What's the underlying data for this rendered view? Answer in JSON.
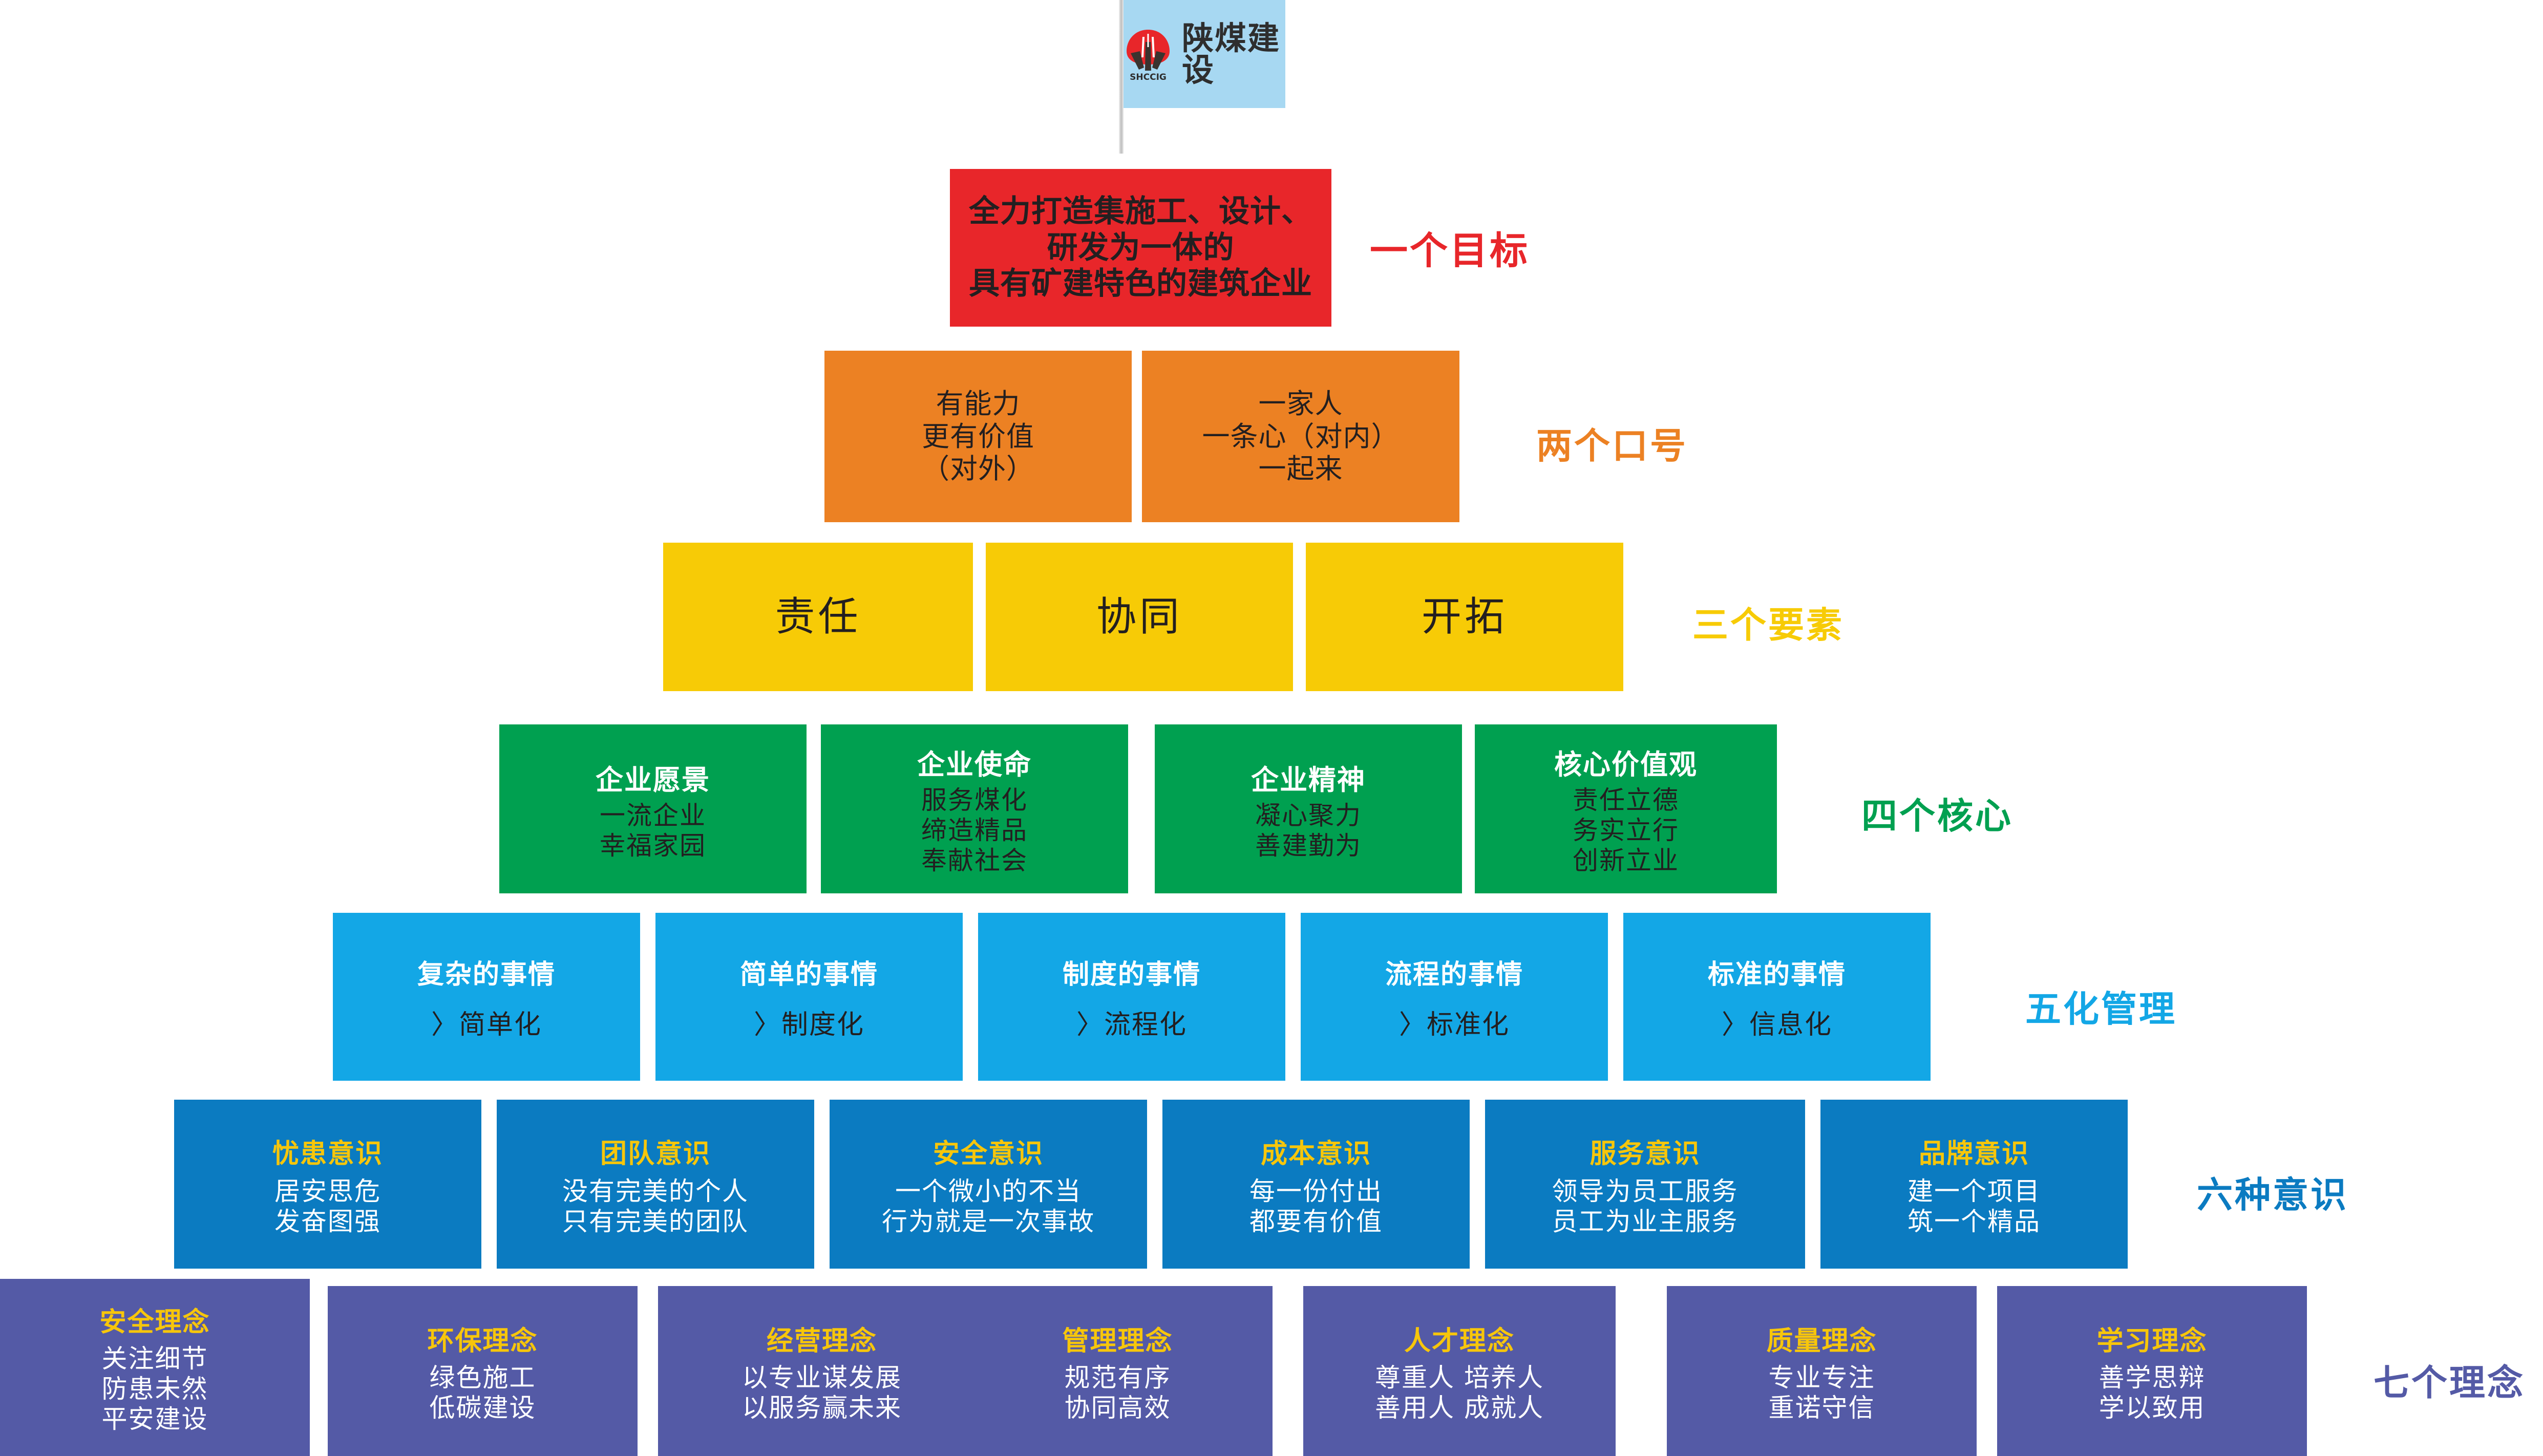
{
  "flag": {
    "company_name": "陕煤建设",
    "logo_text": "SHCCIG",
    "logo_icon": "shccig-logo-icon",
    "flag_color": "#a7d8f2"
  },
  "colors": {
    "goal": "#e8262a",
    "slogan": "#ec8123",
    "element": "#f7cb06",
    "core": "#00a050",
    "management": "#13a7e6",
    "awareness": "#0b7bc1",
    "philosophy": "#545aa6",
    "title_gold": "#f7c60b",
    "text_dark": "#231f20",
    "text_white": "#ffffff"
  },
  "tiers": [
    {
      "key": "goal",
      "side_label": "一个目标",
      "cells": [
        {
          "lines": [
            "全力打造集施工、设计、",
            "研发为一体的",
            "具有矿建特色的建筑企业"
          ]
        }
      ]
    },
    {
      "key": "slogan",
      "side_label": "两个口号",
      "cells": [
        {
          "lines": [
            "有能力",
            "更有价值",
            "（对外）"
          ]
        },
        {
          "lines": [
            "一家人",
            "一条心（对内）",
            "一起来"
          ]
        }
      ]
    },
    {
      "key": "element",
      "side_label": "三个要素",
      "cells": [
        {
          "lines": [
            "责任"
          ]
        },
        {
          "lines": [
            "协同"
          ]
        },
        {
          "lines": [
            "开拓"
          ]
        }
      ]
    },
    {
      "key": "core",
      "side_label": "四个核心",
      "cells": [
        {
          "head": "企业愿景",
          "lines": [
            "一流企业",
            "幸福家园"
          ]
        },
        {
          "head": "企业使命",
          "lines": [
            "服务煤化",
            "缔造精品",
            "奉献社会"
          ]
        },
        {
          "head": "企业精神",
          "lines": [
            "凝心聚力",
            "善建勤为"
          ]
        },
        {
          "head": "核心价值观",
          "lines": [
            "责任立德",
            "务实立行",
            "创新立业"
          ]
        }
      ]
    },
    {
      "key": "management",
      "side_label": "五化管理",
      "cells": [
        {
          "head": "复杂的事情",
          "lines": [
            "〉简单化"
          ]
        },
        {
          "head": "简单的事情",
          "lines": [
            "〉制度化"
          ]
        },
        {
          "head": "制度的事情",
          "lines": [
            "〉流程化"
          ]
        },
        {
          "head": "流程的事情",
          "lines": [
            "〉标准化"
          ]
        },
        {
          "head": "标准的事情",
          "lines": [
            "〉信息化"
          ]
        }
      ]
    },
    {
      "key": "awareness",
      "side_label": "六种意识",
      "cells": [
        {
          "head": "忧患意识",
          "lines": [
            "居安思危",
            "发奋图强"
          ]
        },
        {
          "head": "团队意识",
          "lines": [
            "没有完美的个人",
            "只有完美的团队"
          ]
        },
        {
          "head": "安全意识",
          "lines": [
            "一个微小的不当",
            "行为就是一次事故"
          ]
        },
        {
          "head": "成本意识",
          "lines": [
            "每一份付出",
            "都要有价值"
          ]
        },
        {
          "head": "服务意识",
          "lines": [
            "领导为员工服务",
            "员工为业主服务"
          ]
        },
        {
          "head": "品牌意识",
          "lines": [
            "建一个项目",
            "筑一个精品"
          ]
        }
      ]
    },
    {
      "key": "philosophy",
      "side_label": "七个理念",
      "cells": [
        {
          "head": "安全理念",
          "lines": [
            "关注细节",
            "防患未然",
            "平安建设"
          ]
        },
        {
          "head": "环保理念",
          "lines": [
            "绿色施工",
            "低碳建设"
          ]
        },
        {
          "head": "经营理念",
          "lines": [
            "以专业谋发展",
            "以服务赢未来"
          ]
        },
        {
          "head": "管理理念",
          "lines": [
            "规范有序",
            "协同高效"
          ]
        },
        {
          "head": "人才理念",
          "lines": [
            "尊重人  培养人",
            "善用人  成就人"
          ]
        },
        {
          "head": "质量理念",
          "lines": [
            "专业专注",
            "重诺守信"
          ]
        },
        {
          "head": "学习理念",
          "lines": [
            "善学思辩",
            "学以致用"
          ]
        }
      ]
    }
  ]
}
